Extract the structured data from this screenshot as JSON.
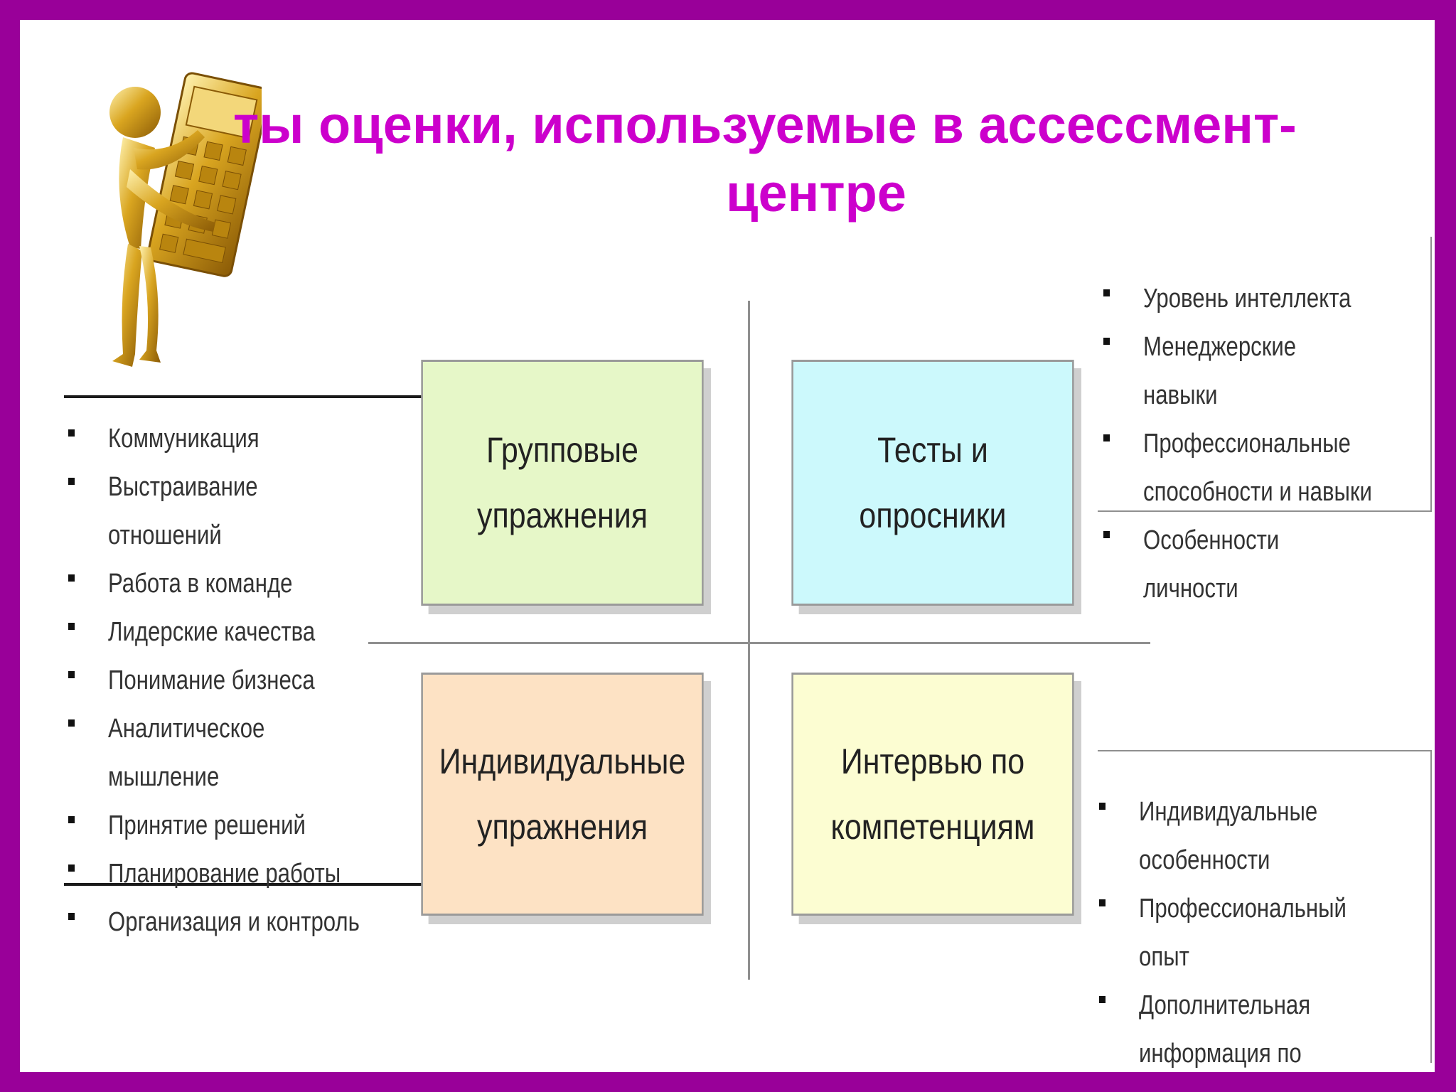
{
  "slide": {
    "title_line1": "ты оценки, используемые в ассессмент-",
    "title_line2": "центре"
  },
  "boxes": {
    "group": {
      "line1": "Групповые",
      "line2": "упражнения",
      "color": "#e6f7c8"
    },
    "tests": {
      "line1": "Тесты и",
      "line2": "опросники",
      "color": "#ccf9fc"
    },
    "individual": {
      "line1": "Индивидуальные",
      "line2": "упражнения",
      "color": "#fde2c4"
    },
    "interview": {
      "line1": "Интервью по",
      "line2": "компетенциям",
      "color": "#fcfdd2"
    }
  },
  "lists": {
    "group": [
      "Коммуникация",
      "Выстраивание отношений",
      "Работа в команде",
      "Лидерские качества",
      "Понимание бизнеса",
      "Аналитическое мышление",
      "Принятие решений",
      "Планирование работы",
      "Организация и контроль"
    ],
    "tests": [
      "Уровень интеллекта",
      "Менеджерские навыки",
      "Профессиональные способности и навыки",
      "Особенности личности"
    ],
    "interview": [
      "Индивидуальные особенности",
      "Профессиональный опыт",
      "Дополнительная информация по компетенциям"
    ]
  },
  "colors": {
    "border": "#990099",
    "title": "#cc00cc"
  },
  "decor": {
    "figure": "golden-figure-with-calculator-icon"
  }
}
